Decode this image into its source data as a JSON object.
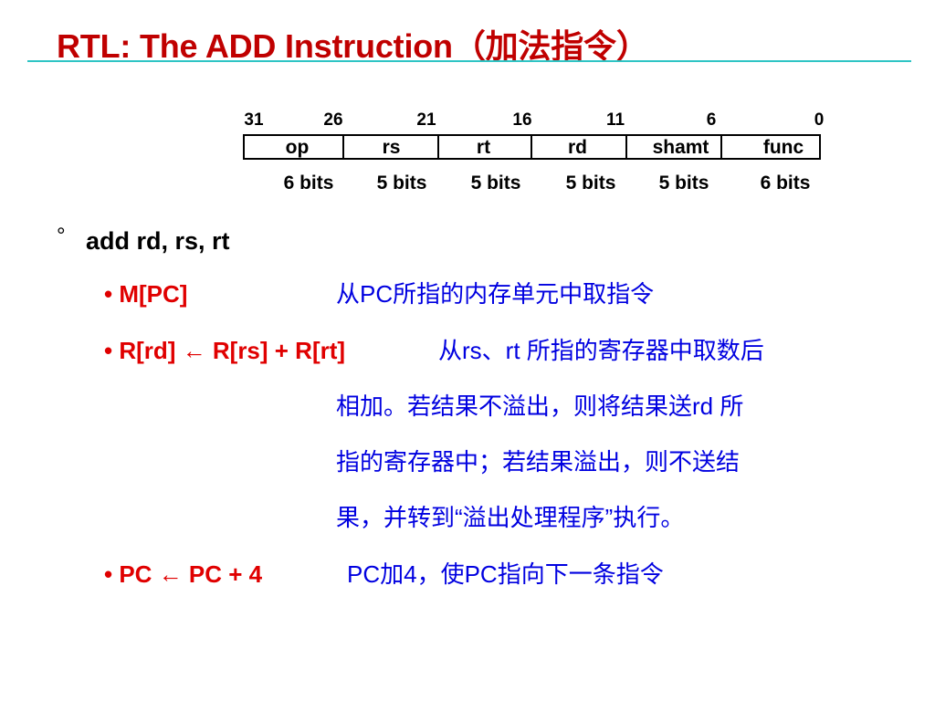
{
  "title": "RTL:  The ADD Instruction（加法指令）",
  "format": {
    "bit_positions": [
      "31",
      "26",
      "21",
      "16",
      "11",
      "6",
      "0"
    ],
    "fields": [
      {
        "name": "op",
        "bits": "6 bits"
      },
      {
        "name": "rs",
        "bits": "5 bits"
      },
      {
        "name": "rt",
        "bits": "5 bits"
      },
      {
        "name": "rd",
        "bits": "5 bits"
      },
      {
        "name": "shamt",
        "bits": "5 bits"
      },
      {
        "name": "func",
        "bits": "6 bits"
      }
    ]
  },
  "main": {
    "bullet_symbol": "°",
    "heading": "add rd, rs, rt",
    "items": [
      {
        "bullet": "•",
        "rtl": "M[PC]",
        "desc": "从PC所指的内存单元中取指令"
      },
      {
        "bullet": "•",
        "rtl": "R[rd] ← R[rs] + R[rt]",
        "desc_lines": [
          "从rs、rt 所指的寄存器中取数后",
          "相加。若结果不溢出，则将结果送rd 所",
          "指的寄存器中；若结果溢出，则不送结",
          "果，并转到“溢出处理程序”执行。"
        ]
      },
      {
        "bullet": "•",
        "rtl": "PC ← PC + 4",
        "desc": "PC加4，使PC指向下一条指令"
      }
    ]
  },
  "colors": {
    "title": "#c00000",
    "rule": "#2ec4c4",
    "rtl": "#e00000",
    "desc": "#0000e0"
  }
}
